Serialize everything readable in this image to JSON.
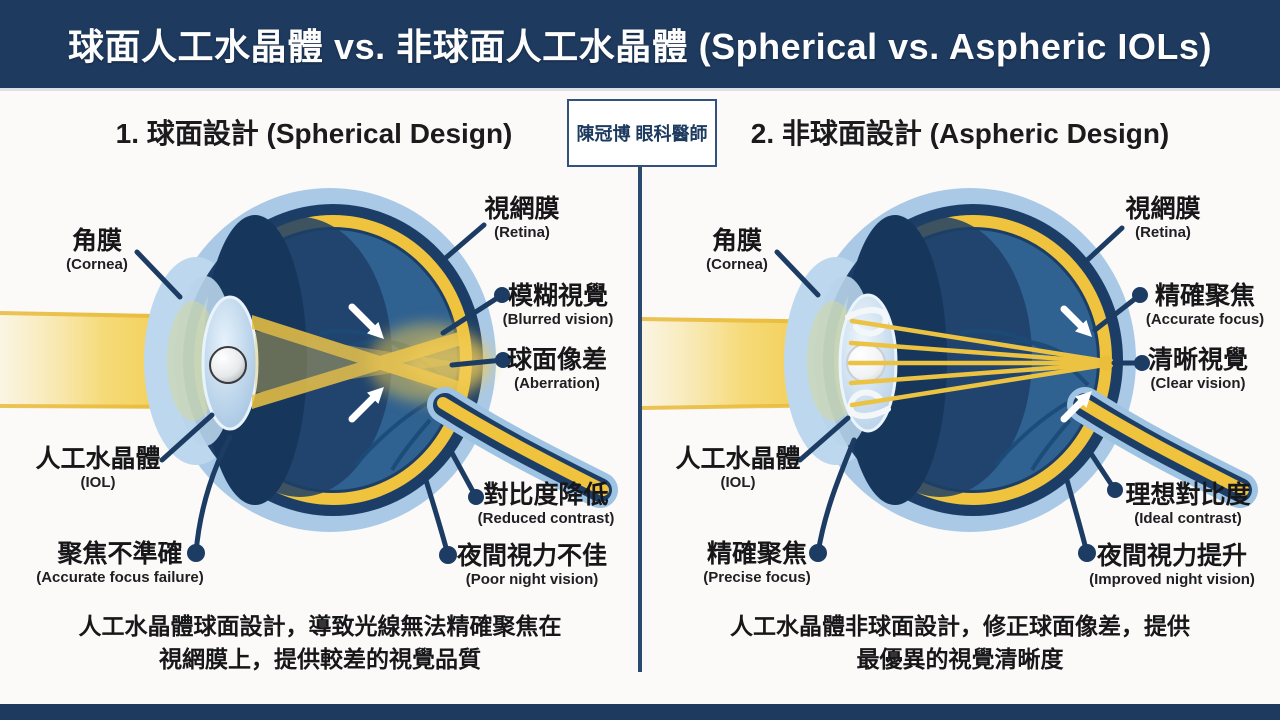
{
  "colors": {
    "banner_navy": "#1e3a5f",
    "divider_navy": "#2a4a72",
    "leader_navy": "#1c3c63",
    "beam_yellow": "#f2cb4a",
    "retina_yellow": "#efc33e",
    "sclera_blue": "#a9c9e6",
    "vitreous_blue": "#2f6191",
    "eye_navy": "#1c3e66",
    "text_dark": "#17171a"
  },
  "header": {
    "title": "球面人工水晶體 vs. 非球面人工水晶體 (Spherical vs. Aspheric IOLs)"
  },
  "badge": {
    "text": "陳冠博 眼科醫師"
  },
  "panels": {
    "spherical": {
      "heading": "1. 球面設計 (Spherical Design)",
      "labels": {
        "cornea": {
          "zh": "角膜",
          "en": "(Cornea)"
        },
        "retina": {
          "zh": "視網膜",
          "en": "(Retina)"
        },
        "blurred_vision": {
          "zh": "模糊視覺",
          "en": "(Blurred vision)"
        },
        "aberration": {
          "zh": "球面像差",
          "en": "(Aberration)"
        },
        "iol": {
          "zh": "人工水晶體",
          "en": "(IOL)"
        },
        "focus_failure": {
          "zh": "聚焦不準確",
          "en": "(Accurate focus failure)"
        },
        "reduced_contrast": {
          "zh": "對比度降低",
          "en": "(Reduced contrast)"
        },
        "poor_night_vision": {
          "zh": "夜間視力不佳",
          "en": "(Poor night vision)"
        }
      },
      "caption_line1": "人工水晶體球面設計，導致光線無法精確聚焦在",
      "caption_line2": "視網膜上，提供較差的視覺品質"
    },
    "aspheric": {
      "heading": "2. 非球面設計 (Aspheric Design)",
      "labels": {
        "cornea": {
          "zh": "角膜",
          "en": "(Cornea)"
        },
        "retina": {
          "zh": "視網膜",
          "en": "(Retina)"
        },
        "accurate_focus": {
          "zh": "精確聚焦",
          "en": "(Accurate focus)"
        },
        "clear_vision": {
          "zh": "清晰視覺",
          "en": "(Clear vision)"
        },
        "iol": {
          "zh": "人工水晶體",
          "en": "(IOL)"
        },
        "precise_focus": {
          "zh": "精確聚焦",
          "en": "(Precise focus)"
        },
        "ideal_contrast": {
          "zh": "理想對比度",
          "en": "(Ideal contrast)"
        },
        "improved_night_vision": {
          "zh": "夜間視力提升",
          "en": "(Improved night vision)"
        }
      },
      "caption_line1": "人工水晶體非球面設計，修正球面像差，提供",
      "caption_line2": "最優異的視覺清晰度"
    }
  }
}
